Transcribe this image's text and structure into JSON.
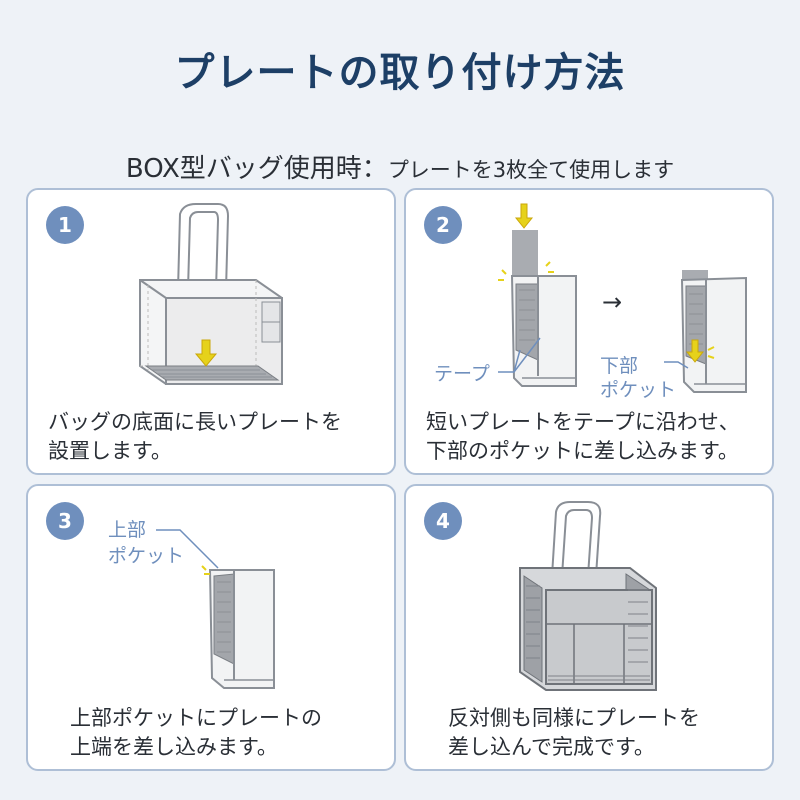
{
  "title": "プレートの取り付け方法",
  "subtitle": {
    "main": "BOX型バッグ使用時：",
    "small": "プレートを3枚全て使用します"
  },
  "colors": {
    "title": "#1d3f66",
    "badge": "#6f8fbd",
    "card_border": "#aebfd6",
    "arrow_yellow": "#e6d21a",
    "label_blue": "#6f8fbd"
  },
  "steps": [
    {
      "number": "1",
      "caption": "バッグの底面に長いプレートを\n設置します。"
    },
    {
      "number": "2",
      "caption": "短いプレートをテープに沿わせ、\n下部のポケットに差し込みます。",
      "labels": {
        "tape": "テープ",
        "lower_pocket_1": "下部",
        "lower_pocket_2": "ポケット",
        "arrow": "→"
      }
    },
    {
      "number": "3",
      "caption": "上部ポケットにプレートの\n上端を差し込みます。",
      "labels": {
        "upper_pocket_1": "上部",
        "upper_pocket_2": "ポケット"
      }
    },
    {
      "number": "4",
      "caption": "反対側も同様にプレートを\n差し込んで完成です。"
    }
  ]
}
